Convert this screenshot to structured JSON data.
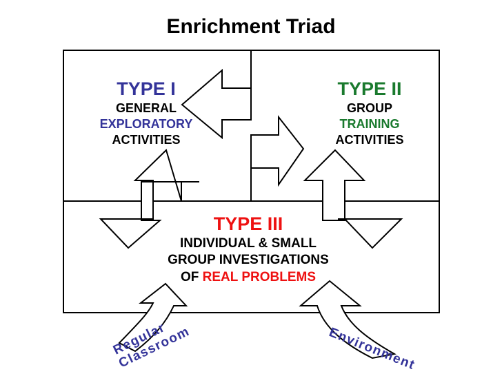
{
  "title": "Enrichment Triad",
  "type1": {
    "heading": "TYPE I",
    "line1": "GENERAL",
    "line2": "EXPLORATORY",
    "line3": "ACTIVITIES"
  },
  "type2": {
    "heading": "TYPE II",
    "line1": "GROUP",
    "line2": "TRAINING",
    "line3": "ACTIVITIES"
  },
  "type3": {
    "heading": "TYPE III",
    "line1": "INDIVIDUAL & SMALL",
    "line2": "GROUP INVESTIGATIONS",
    "line3_prefix": "OF ",
    "line3_highlight": "REAL PROBLEMS"
  },
  "inputs": {
    "left_line1": "Regular",
    "left_line2": "Classroom",
    "right": "Environment"
  },
  "colors": {
    "type1": "#333399",
    "type2": "#1a7a2e",
    "type3": "#ee1111",
    "input_text": "#333399",
    "line": "#000000"
  }
}
